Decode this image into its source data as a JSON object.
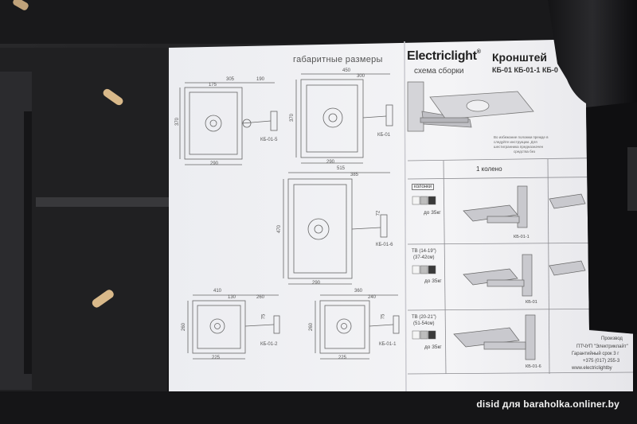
{
  "left_panel": {
    "heading": "габаритные размеры",
    "models": [
      {
        "label": "КБ-01-5",
        "dims": [
          "305",
          "175",
          "190",
          "370",
          "290"
        ]
      },
      {
        "label": "КБ-01",
        "dims": [
          "450",
          "300",
          "370",
          "290"
        ]
      },
      {
        "label": "КБ-01-6",
        "dims": [
          "515",
          "385",
          "470",
          "72",
          "290"
        ]
      },
      {
        "label": "КБ-01-2",
        "dims": [
          "410",
          "130",
          "260",
          "260",
          "75",
          "225"
        ]
      },
      {
        "label": "КБ-01-1",
        "dims": [
          "360",
          "240",
          "260",
          "75",
          "225"
        ]
      }
    ]
  },
  "right_panel": {
    "brand": "Electriclight",
    "brand_reg": "®",
    "subtitle": "схема сборки",
    "title": "Кронштей",
    "models_line": "КБ-01 КБ-01-1 КБ-0",
    "instruction_1": "Во избежание поломки прежде в",
    "instruction_2": "следуйте инструкции. Для",
    "instruction_3": "шестигранника предназначен",
    "instruction_4": "средства без",
    "column_header": "1 колено",
    "rows": [
      {
        "type": "колонки",
        "load": "до 35кг",
        "model": "КБ-01-1"
      },
      {
        "type": "ТВ (14-19\")",
        "size": "(37-42см)",
        "load": "до 35кг",
        "model": "КБ-01"
      },
      {
        "type": "ТВ (20-21\")",
        "size": "(51-54см)",
        "load": "до 35кг",
        "model": "КБ-01-6"
      }
    ],
    "footer_1": "Производ",
    "footer_2": "ПТЧУП \"Электриклайт\"",
    "footer_3": "Гарантийный срок 3 г",
    "footer_4": "+375 (017) 255-3",
    "footer_5": "www.electriclightby"
  },
  "watermark": "disid для baraholka.onliner.by"
}
